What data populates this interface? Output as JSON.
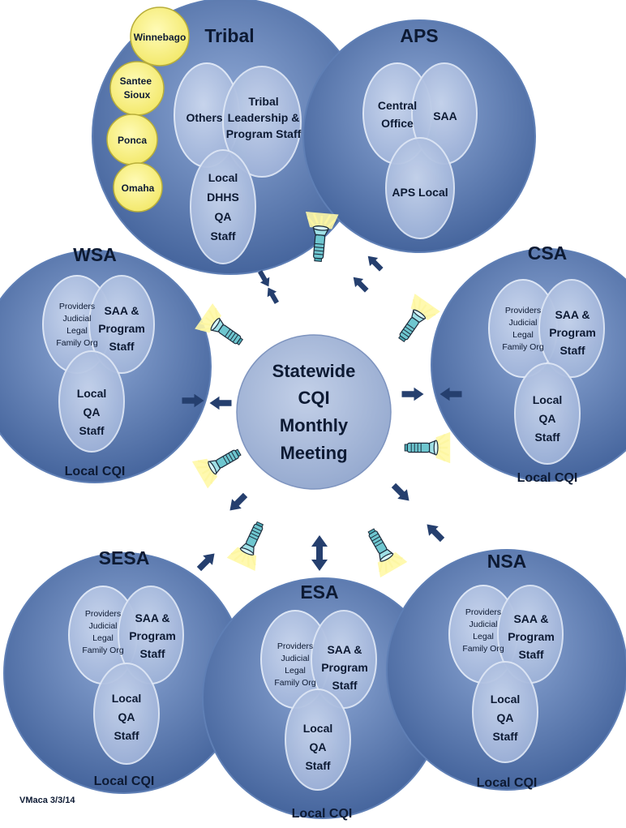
{
  "center": {
    "lines": [
      "Statewide",
      "CQI",
      "Monthly",
      "Meeting"
    ]
  },
  "tribes": [
    "Winnebago",
    "Santee Sioux",
    "Ponca",
    "Omaha"
  ],
  "tribal": {
    "title": "Tribal",
    "others": "Others",
    "leadership": [
      "Tribal",
      "Leadership &",
      "Program Staff"
    ],
    "local": [
      "Local",
      "DHHS",
      "QA",
      "Staff"
    ]
  },
  "aps": {
    "title": "APS",
    "central": [
      "Central",
      "Office"
    ],
    "saa": "SAA",
    "local": "APS Local"
  },
  "regions": {
    "wsa": {
      "title": "WSA",
      "footer": "Local CQI"
    },
    "csa": {
      "title": "CSA",
      "footer": "Local CQI"
    },
    "sesa": {
      "title": "SESA",
      "footer": "Local CQI"
    },
    "esa": {
      "title": "ESA",
      "footer": "Local CQI"
    },
    "nsa": {
      "title": "NSA",
      "footer": "Local CQI"
    }
  },
  "venn": {
    "providers": [
      "Providers",
      "Judicial",
      "Legal",
      "Family Org"
    ],
    "saa": [
      "SAA &",
      "Program",
      "Staff"
    ],
    "local": [
      "Local",
      "QA",
      "Staff"
    ]
  },
  "credit": "VMaca 3/3/14",
  "colors": {
    "outer_top": "#7f9dd0",
    "outer_bottom": "#3e5f98",
    "inner_fill": "#b3c3e2",
    "inner_stroke": "#dde6f5",
    "center_fill": "#aab9d6",
    "tribe_fill": "#fbf58d",
    "arrow": "#253f6e",
    "text": "#0d1a33"
  },
  "icons": [
    "double-arrow-icon",
    "flashlight-icon"
  ]
}
